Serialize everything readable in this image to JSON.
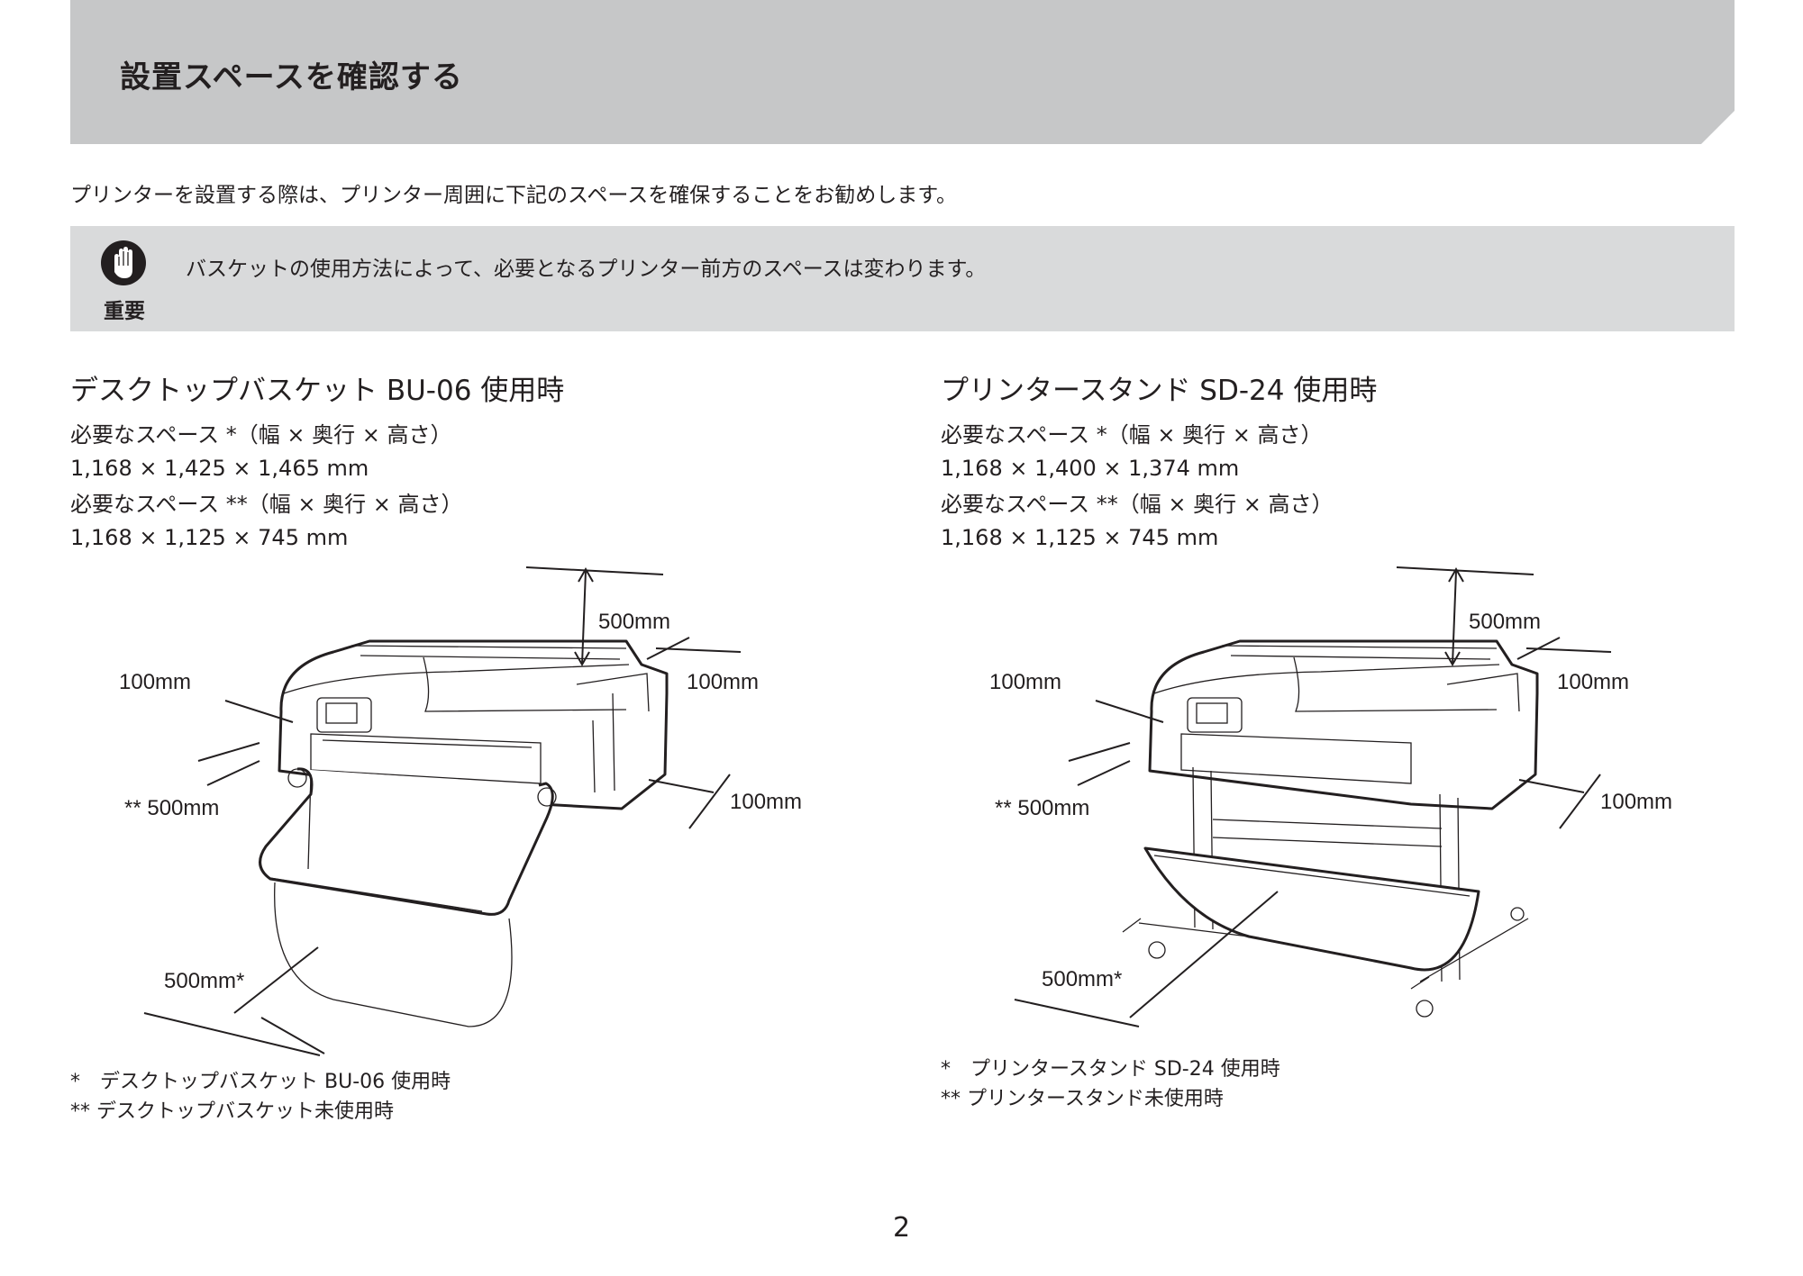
{
  "page": {
    "title": "設置スペースを確認する",
    "intro": "プリンターを設置する際は、プリンター周囲に下記のスペースを確保することをお勧めします。",
    "page_number": "2"
  },
  "note": {
    "label": "重要",
    "icon": "important-hand-icon",
    "text": "バスケットの使用方法によって、必要となるプリンター前方のスペースは変わります。"
  },
  "left": {
    "title": "デスクトップバスケット BU-06 使用時",
    "spec1_label": "必要なスペース *（幅 × 奥行 × 高さ）",
    "spec1_value": "1,168 × 1,425 × 1,465 mm",
    "spec2_label": "必要なスペース **（幅 × 奥行 × 高さ）",
    "spec2_value": "1,168 × 1,125 × 745 mm",
    "dims": {
      "top": "500mm",
      "left": "100mm",
      "right_back": "100mm",
      "right_front": "100mm",
      "front_no_basket": "** 500mm",
      "front_basket": "500mm*"
    },
    "footnote1": "*　デスクトップバスケット BU-06 使用時",
    "footnote2": "**  デスクトップバスケット未使用時"
  },
  "right": {
    "title": "プリンタースタンド SD-24 使用時",
    "spec1_label": "必要なスペース *（幅 × 奥行 × 高さ）",
    "spec1_value": "1,168 × 1,400 × 1,374 mm",
    "spec2_label": "必要なスペース **（幅 × 奥行 × 高さ）",
    "spec2_value": "1,168 × 1,125 × 745 mm",
    "dims": {
      "top": "500mm",
      "left": "100mm",
      "right_back": "100mm",
      "right_front": "100mm",
      "front_no_basket": "** 500mm",
      "front_basket": "500mm*"
    },
    "footnote1": "*　プリンタースタンド SD-24 使用時",
    "footnote2": "**  プリンタースタンド未使用時"
  },
  "colors": {
    "header_band": "#c6c7c8",
    "note_box": "#d9dadb",
    "text": "#231f20"
  }
}
